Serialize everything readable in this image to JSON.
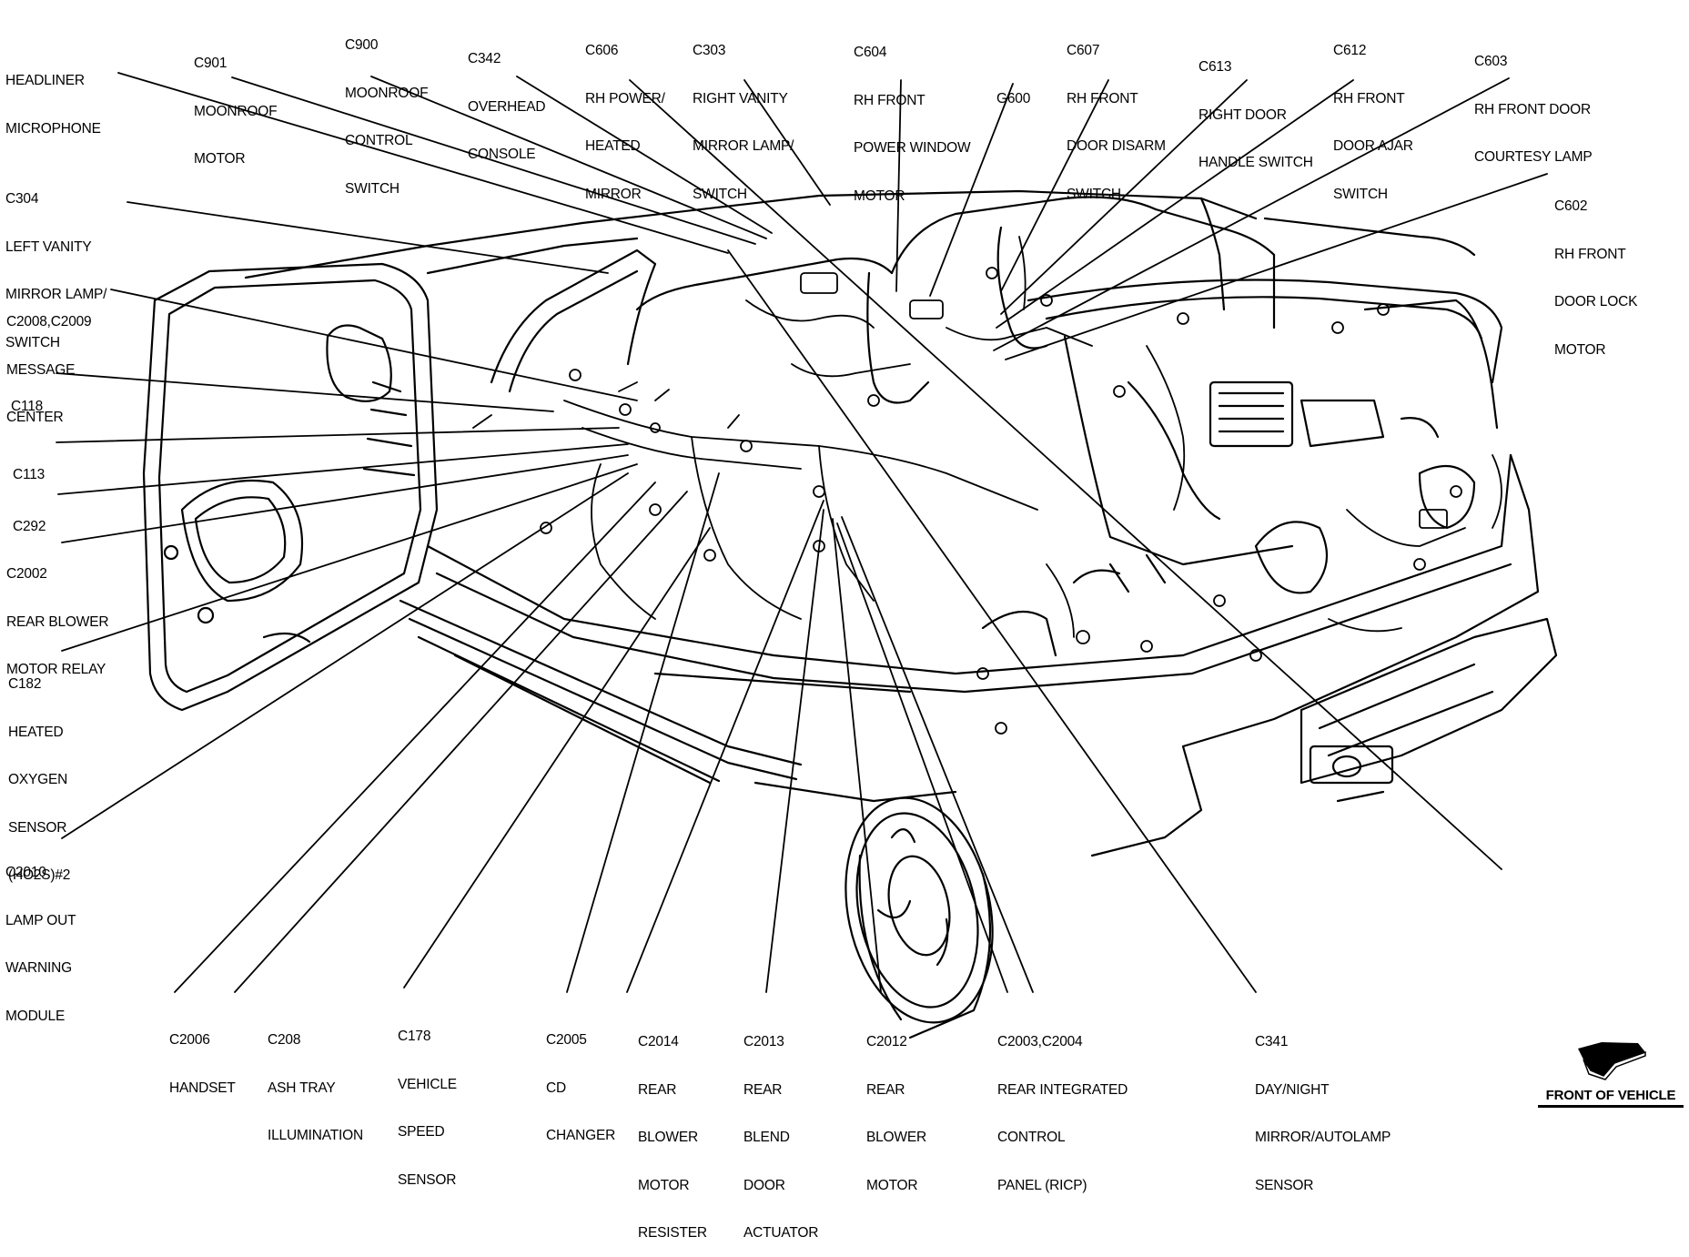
{
  "diagram": {
    "type": "component-locator",
    "subject": "rear passenger compartment and liftgate wiring",
    "line_color": "#000000",
    "background": "#ffffff"
  },
  "labels": [
    {
      "id": "headliner-microphone",
      "code": "",
      "lines": [
        "HEADLINER",
        "MICROPHONE"
      ]
    },
    {
      "id": "c901",
      "code": "C901",
      "lines": [
        "MOONROOF",
        "MOTOR"
      ]
    },
    {
      "id": "c900",
      "code": "C900",
      "lines": [
        "MOONROOF",
        "CONTROL",
        "SWITCH"
      ]
    },
    {
      "id": "c342",
      "code": "C342",
      "lines": [
        "OVERHEAD",
        "CONSOLE"
      ]
    },
    {
      "id": "c606",
      "code": "C606",
      "lines": [
        "RH POWER/",
        "HEATED",
        "MIRROR"
      ]
    },
    {
      "id": "c303",
      "code": "C303",
      "lines": [
        "RIGHT VANITY",
        "MIRROR LAMP/",
        "SWITCH"
      ]
    },
    {
      "id": "c604",
      "code": "C604",
      "lines": [
        "RH FRONT",
        "POWER WINDOW",
        "MOTOR"
      ]
    },
    {
      "id": "g600",
      "code": "G600",
      "lines": []
    },
    {
      "id": "c607",
      "code": "C607",
      "lines": [
        "RH FRONT",
        "DOOR DISARM",
        "SWITCH"
      ]
    },
    {
      "id": "c613",
      "code": "C613",
      "lines": [
        "RIGHT DOOR",
        "HANDLE SWITCH"
      ]
    },
    {
      "id": "c612",
      "code": "C612",
      "lines": [
        "RH FRONT",
        "DOOR AJAR",
        "SWITCH"
      ]
    },
    {
      "id": "c603",
      "code": "C603",
      "lines": [
        "RH FRONT DOOR",
        "COURTESY LAMP"
      ]
    },
    {
      "id": "c602",
      "code": "C602",
      "lines": [
        "RH FRONT",
        "DOOR LOCK",
        "MOTOR"
      ]
    },
    {
      "id": "c304",
      "code": "C304",
      "lines": [
        "LEFT VANITY",
        "MIRROR LAMP/",
        "SWITCH"
      ]
    },
    {
      "id": "c2008-c2009",
      "code": "C2008,C2009",
      "lines": [
        "MESSAGE",
        "CENTER"
      ]
    },
    {
      "id": "c118",
      "code": "C118",
      "lines": []
    },
    {
      "id": "c113",
      "code": "C113",
      "lines": []
    },
    {
      "id": "c292",
      "code": "C292",
      "lines": []
    },
    {
      "id": "c2002",
      "code": "C2002",
      "lines": [
        "REAR BLOWER",
        "MOTOR RELAY"
      ]
    },
    {
      "id": "c182",
      "code": "C182",
      "lines": [
        "HEATED",
        "OXYGEN",
        "SENSOR",
        "(HO2S)#2"
      ]
    },
    {
      "id": "c2010",
      "code": "C2010",
      "lines": [
        "LAMP OUT",
        "WARNING",
        "MODULE"
      ]
    },
    {
      "id": "c2006",
      "code": "C2006",
      "lines": [
        "HANDSET"
      ]
    },
    {
      "id": "c208",
      "code": "C208",
      "lines": [
        "ASH TRAY",
        "ILLUMINATION"
      ]
    },
    {
      "id": "c178",
      "code": "C178",
      "lines": [
        "VEHICLE",
        "SPEED",
        "SENSOR"
      ]
    },
    {
      "id": "c2005",
      "code": "C2005",
      "lines": [
        "CD",
        "CHANGER"
      ]
    },
    {
      "id": "c2014",
      "code": "C2014",
      "lines": [
        "REAR",
        "BLOWER",
        "MOTOR",
        "RESISTER"
      ]
    },
    {
      "id": "c2013",
      "code": "C2013",
      "lines": [
        "REAR",
        "BLEND",
        "DOOR",
        "ACTUATOR"
      ]
    },
    {
      "id": "c2012",
      "code": "C2012",
      "lines": [
        "REAR",
        "BLOWER",
        "MOTOR"
      ]
    },
    {
      "id": "c2003-c2004",
      "code": "C2003,C2004",
      "lines": [
        "REAR INTEGRATED",
        "CONTROL",
        "PANEL (RICP)"
      ]
    },
    {
      "id": "c341",
      "code": "C341",
      "lines": [
        "DAY/NIGHT",
        "MIRROR/AUTOLAMP",
        "SENSOR"
      ]
    }
  ],
  "orientation": {
    "icon": "front-of-vehicle-arrow-icon",
    "text": "FRONT OF VEHICLE"
  }
}
